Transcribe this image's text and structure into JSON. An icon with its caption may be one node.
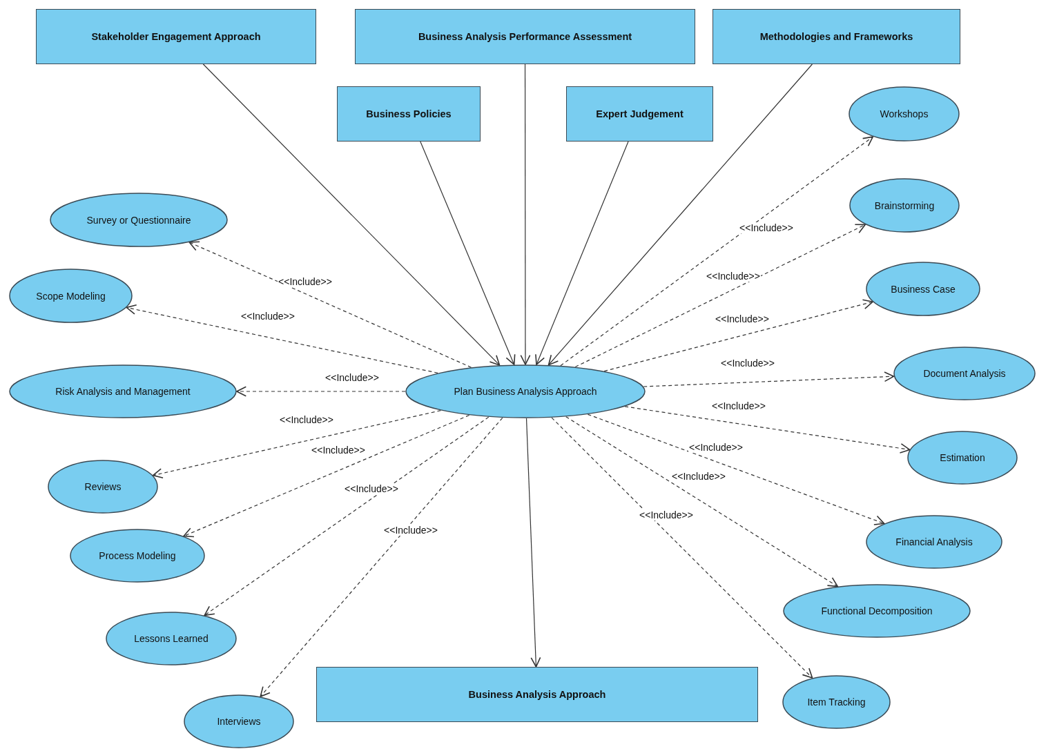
{
  "diagram": {
    "nodes": [
      {
        "text": [
          "Stakeholder Engagement Approach"
        ]
      },
      {
        "text": [
          "Business Analysis Performance Assessment"
        ]
      },
      {
        "text": [
          "Methodologies and Frameworks"
        ]
      },
      {
        "text": [
          "Business Policies"
        ]
      },
      {
        "text": [
          "Expert Judgement"
        ]
      },
      {
        "text": [
          "Workshops"
        ]
      },
      {
        "text": [
          "Survey or Questionnaire"
        ]
      },
      {
        "text": [
          "Brainstorming"
        ]
      },
      {
        "text": [
          "Scope Modeling"
        ]
      },
      {
        "text": [
          "Business Case"
        ]
      },
      {
        "text": [
          "Risk Analysis and Management"
        ]
      },
      {
        "text": [
          "Plan Business Analysis Approach"
        ]
      },
      {
        "text": [
          "Document Analysis"
        ]
      },
      {
        "text": [
          "Estimation"
        ]
      },
      {
        "text": [
          "Reviews"
        ]
      },
      {
        "text": [
          "Financial Analysis"
        ]
      },
      {
        "text": [
          "Process Modeling"
        ]
      },
      {
        "text": [
          "Functional Decomposition"
        ]
      },
      {
        "text": [
          "Lessons Learned"
        ]
      },
      {
        "text": [
          "Business Analysis Approach"
        ]
      },
      {
        "text": [
          "Interviews"
        ]
      },
      {
        "text": [
          "Item Tracking"
        ]
      }
    ],
    "edges": [
      {
        "from": 0,
        "to": 11,
        "arrow": "to"
      },
      {
        "from": 1,
        "to": 11,
        "arrow": "to"
      },
      {
        "from": 2,
        "to": 11,
        "arrow": "to"
      },
      {
        "from": 3,
        "to": 11,
        "arrow": "to"
      },
      {
        "from": 4,
        "to": 11,
        "arrow": "to"
      },
      {
        "from": 11,
        "to": 19,
        "arrow": "to"
      },
      {
        "from": 11,
        "to": 5,
        "arrow": "to",
        "label": "<<Include>>",
        "style": "dashed"
      },
      {
        "from": 11,
        "to": 6,
        "arrow": "to",
        "label": "<<Include>>",
        "style": "dashed"
      },
      {
        "from": 11,
        "to": 7,
        "arrow": "to",
        "label": "<<Include>>",
        "style": "dashed"
      },
      {
        "from": 11,
        "to": 8,
        "arrow": "to",
        "label": "<<Include>>",
        "style": "dashed"
      },
      {
        "from": 11,
        "to": 9,
        "arrow": "to",
        "label": "<<Include>>",
        "style": "dashed"
      },
      {
        "from": 11,
        "to": 10,
        "arrow": "to",
        "label": "<<Include>>",
        "style": "dashed"
      },
      {
        "from": 11,
        "to": 12,
        "arrow": "to",
        "label": "<<Include>>",
        "style": "dashed"
      },
      {
        "from": 11,
        "to": 13,
        "arrow": "to",
        "label": "<<Include>>",
        "style": "dashed"
      },
      {
        "from": 11,
        "to": 14,
        "arrow": "to",
        "label": "<<Include>>",
        "style": "dashed"
      },
      {
        "from": 11,
        "to": 15,
        "arrow": "to",
        "label": "<<Include>>",
        "style": "dashed"
      },
      {
        "from": 11,
        "to": 16,
        "arrow": "to",
        "label": "<<Include>>",
        "style": "dashed"
      },
      {
        "from": 11,
        "to": 17,
        "arrow": "to",
        "label": "<<Include>>",
        "style": "dashed"
      },
      {
        "from": 11,
        "to": 18,
        "arrow": "to",
        "label": "<<Include>>",
        "style": "dashed"
      },
      {
        "from": 11,
        "to": 20,
        "arrow": "to",
        "label": "<<Include>>",
        "style": "dashed"
      },
      {
        "from": 11,
        "to": 21,
        "arrow": "to",
        "label": "<<Include>>",
        "style": "dashed"
      }
    ]
  }
}
